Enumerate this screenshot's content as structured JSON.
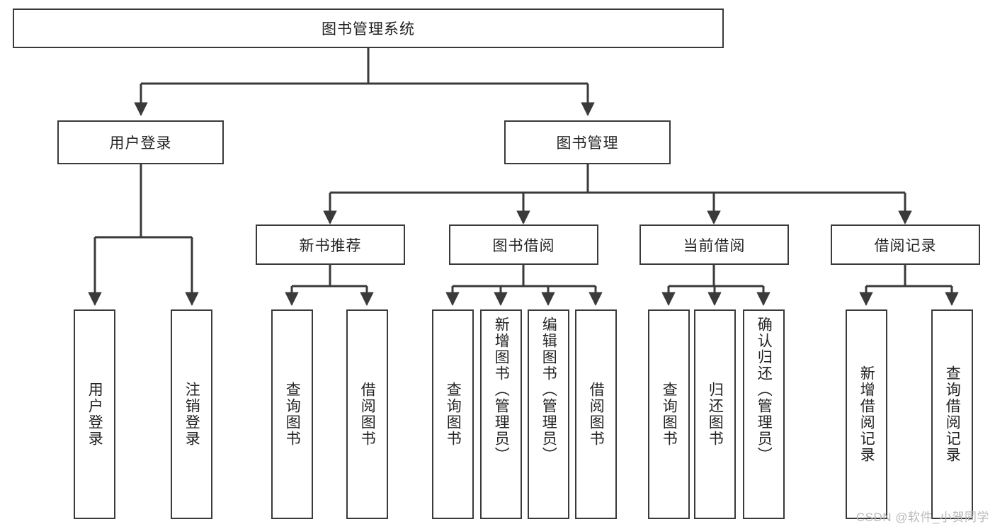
{
  "diagram": {
    "type": "tree",
    "title": "图书管理系统",
    "root": {
      "id": "root",
      "label": "图书管理系统",
      "orientation": "horizontal"
    },
    "level2": [
      {
        "id": "user-login",
        "label": "用户登录",
        "orientation": "horizontal"
      },
      {
        "id": "book-manage",
        "label": "图书管理",
        "orientation": "horizontal"
      }
    ],
    "level3": [
      {
        "id": "new-book-recommend",
        "label": "新书推荐",
        "orientation": "horizontal"
      },
      {
        "id": "book-borrow",
        "label": "图书借阅",
        "orientation": "horizontal"
      },
      {
        "id": "current-borrow",
        "label": "当前借阅",
        "orientation": "horizontal"
      },
      {
        "id": "borrow-record",
        "label": "借阅记录",
        "orientation": "horizontal"
      }
    ],
    "leaves": {
      "user_login": [
        {
          "id": "leaf-user-login",
          "label": "用户登录",
          "orientation": "vertical"
        },
        {
          "id": "leaf-logout-login",
          "label": "注销登录",
          "orientation": "vertical"
        }
      ],
      "new_book_recommend": [
        {
          "id": "leaf-query-book-1",
          "label": "查询图书",
          "orientation": "vertical"
        },
        {
          "id": "leaf-borrow-book-1",
          "label": "借阅图书",
          "orientation": "vertical"
        }
      ],
      "book_borrow": [
        {
          "id": "leaf-query-book-2",
          "label": "查询图书",
          "orientation": "vertical"
        },
        {
          "id": "leaf-add-book-admin",
          "label": "新增图书（管理员）",
          "orientation": "vertical"
        },
        {
          "id": "leaf-edit-book-admin",
          "label": "编辑图书（管理员）",
          "orientation": "vertical"
        },
        {
          "id": "leaf-borrow-book-2",
          "label": "借阅图书",
          "orientation": "vertical"
        }
      ],
      "current_borrow": [
        {
          "id": "leaf-query-book-3",
          "label": "查询图书",
          "orientation": "vertical"
        },
        {
          "id": "leaf-return-book",
          "label": "归还图书",
          "orientation": "vertical"
        },
        {
          "id": "leaf-confirm-return-admin",
          "label": "确认归还（管理员）",
          "orientation": "vertical"
        }
      ],
      "borrow_record": [
        {
          "id": "leaf-add-borrow-record",
          "label": "新增借阅记录",
          "orientation": "vertical"
        },
        {
          "id": "leaf-query-borrow-record",
          "label": "查询借阅记录",
          "orientation": "vertical"
        }
      ]
    },
    "colors": {
      "stroke": "#3a3a3a",
      "box_fill": "#ffffff",
      "text": "#222222",
      "watermark": "#b9b9b9",
      "background": "#ffffff"
    }
  },
  "watermark": {
    "text": "CSDN @软件_小贺同学"
  }
}
